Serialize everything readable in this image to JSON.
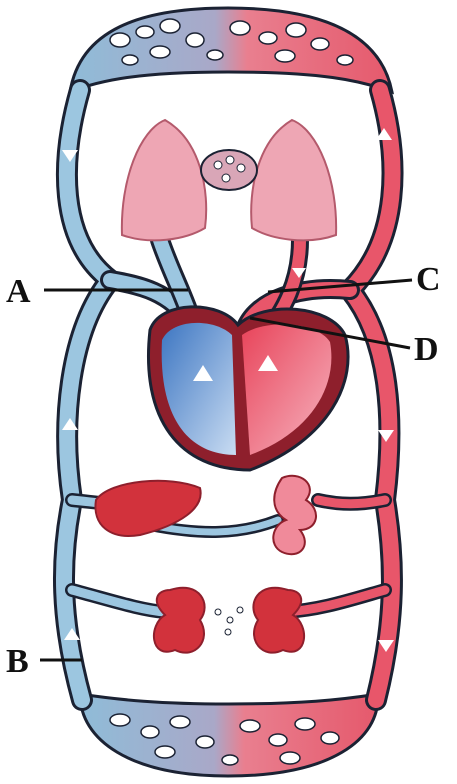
{
  "labels": {
    "A": "A",
    "B": "B",
    "C": "C",
    "D": "D"
  },
  "colors": {
    "venous": "#9cc6e0",
    "venous_dark": "#3f6f9a",
    "arterial": "#e8566a",
    "arterial_dark": "#8e1f2c",
    "lung": "#eea6b4",
    "organ": "#d2323c",
    "outline": "#1b2233"
  }
}
